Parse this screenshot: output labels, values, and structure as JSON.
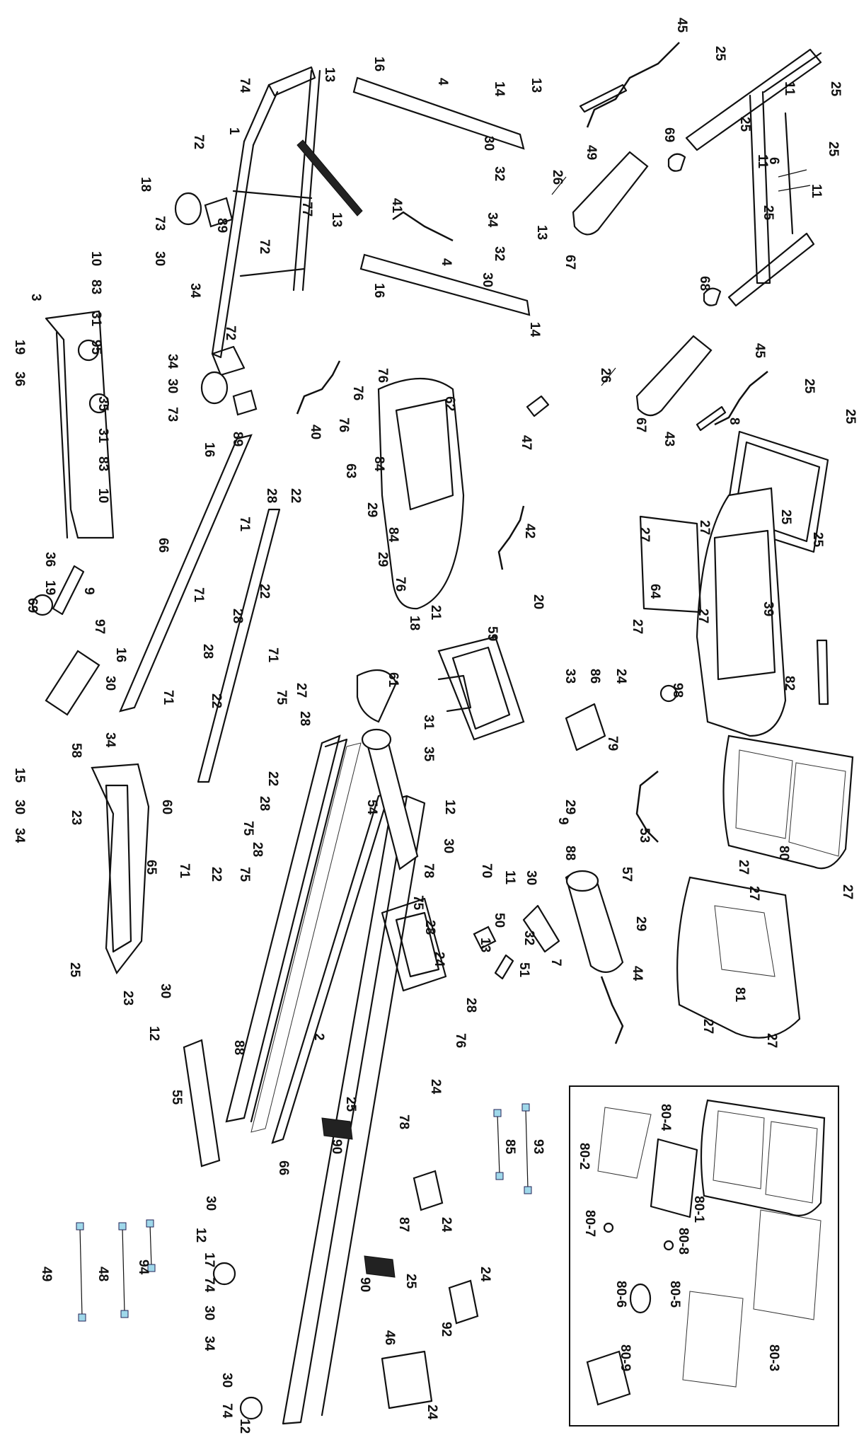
{
  "labels": {
    "l45a": "45",
    "l25a": "25",
    "l25b": "25",
    "l25c": "25",
    "l25d": "25",
    "l25e": "25",
    "l11a": "11",
    "l11b": "11",
    "l11c": "11",
    "l6a": "6",
    "l69a": "69",
    "l68a": "68",
    "l67a": "67",
    "l67b": "67",
    "l26a": "26",
    "l26b": "26",
    "l49a": "49",
    "l43a": "43",
    "l45b": "45",
    "l8a": "8",
    "l25f": "25",
    "l25g": "25",
    "l25h": "25",
    "l25i": "25",
    "l16a": "16",
    "l14a": "14",
    "l13a": "13",
    "l4a": "4",
    "l30a": "30",
    "l32a": "32",
    "l34a": "34",
    "l13b": "13",
    "l4b": "4",
    "l32b": "32",
    "l30b": "30",
    "l14b": "14",
    "l41a": "41",
    "l16b": "16",
    "l13c": "13",
    "l13d": "13",
    "l74a": "74",
    "l72a": "72",
    "l1a": "1",
    "l18a": "18",
    "l73a": "73",
    "l89a": "89",
    "l77a": "77",
    "l72b": "72",
    "l30c": "30",
    "l34b": "34",
    "l10a": "10",
    "l83a": "83",
    "l31a": "31",
    "l95a": "95",
    "l72c": "72",
    "l3a": "3",
    "l19a": "19",
    "l36a": "36",
    "l34c": "34",
    "l30d": "30",
    "l73b": "73",
    "l16c": "16",
    "l89b": "89",
    "l40a": "40",
    "l76a": "76",
    "l76b": "76",
    "l76c": "76",
    "l62a": "62",
    "l63a": "63",
    "l84a": "84",
    "l29a": "29",
    "l84b": "84",
    "l29b": "29",
    "l76d": "76",
    "l18b": "18",
    "l47a": "47",
    "l42a": "42",
    "l35a": "35",
    "l31b": "31",
    "l83b": "83",
    "l10b": "10",
    "l28a": "28",
    "l22a": "22",
    "l71a": "71",
    "l66a": "66",
    "l22b": "22",
    "l71b": "71",
    "l28b": "28",
    "l36b": "36",
    "l19b": "19",
    "l69b": "69",
    "l9a": "9",
    "l97a": "97",
    "l16d": "16",
    "l30e": "30",
    "l34d": "34",
    "l71c": "71",
    "l22c": "22",
    "l28c": "28",
    "l27a": "27",
    "l75a": "75",
    "l71d": "71",
    "l28d": "28",
    "l22d": "22",
    "l28e": "28",
    "l75b": "75",
    "l60a": "60",
    "l71e": "71",
    "l22e": "22",
    "l75c": "75",
    "l28f": "28",
    "l58a": "58",
    "l15a": "15",
    "l30f": "30",
    "l34e": "34",
    "l61a": "61",
    "l21a": "21",
    "l59a": "59",
    "l20a": "20",
    "l31c": "31",
    "l35b": "35",
    "l54a": "54",
    "l12a": "12",
    "l30g": "30",
    "l33a": "33",
    "l86a": "86",
    "l24a": "24",
    "l98a": "98",
    "l79a": "79",
    "l29c": "29",
    "l53a": "53",
    "l27b": "27",
    "l27c": "27",
    "l64a": "64",
    "l27d": "27",
    "l27e": "27",
    "l39a": "39",
    "l82a": "82",
    "l80a": "80",
    "l23a": "23",
    "l65a": "65",
    "l25j": "25",
    "l23b": "23",
    "l30h": "30",
    "l12b": "12",
    "l88a": "88",
    "l55a": "55",
    "l66b": "66",
    "l2a": "2",
    "l78a": "78",
    "l75d": "75",
    "l28g": "28",
    "l24b": "24",
    "l50a": "50",
    "l51a": "51",
    "l28h": "28",
    "l76e": "76",
    "l24c": "24",
    "l78b": "78",
    "l25k": "25",
    "l90a": "90",
    "l9b": "9",
    "l88b": "88",
    "l70a": "70",
    "l11d": "11",
    "l30i": "30",
    "l13e": "13",
    "l32c": "32",
    "l7a": "7",
    "l57a": "57",
    "l29d": "29",
    "l44a": "44",
    "l27f": "27",
    "l27g": "27",
    "l81a": "81",
    "l27h": "27",
    "l27i": "27",
    "l85a": "85",
    "l93a": "93",
    "l87a": "87",
    "l24d": "24",
    "l90b": "90",
    "l25l": "25",
    "l24e": "24",
    "l92a": "92",
    "l46a": "46",
    "l24f": "24",
    "l30j": "30",
    "l12c": "12",
    "l17a": "17",
    "l74b": "74",
    "l30k": "30",
    "l34f": "34",
    "l30l": "30",
    "l74c": "74",
    "l12d": "12",
    "l49b": "49",
    "l48a": "48",
    "l94a": "94",
    "l80_2": "80-2",
    "l80_4": "80-4",
    "l80_1": "80-1",
    "l80_7": "80-7",
    "l80_8": "80-8",
    "l80_6": "80-6",
    "l80_5": "80-5",
    "l80_9": "80-9",
    "l80_3": "80-3"
  },
  "colors": {
    "line": "#111111",
    "highlight": "#9fd8ea",
    "background": "#ffffff"
  }
}
